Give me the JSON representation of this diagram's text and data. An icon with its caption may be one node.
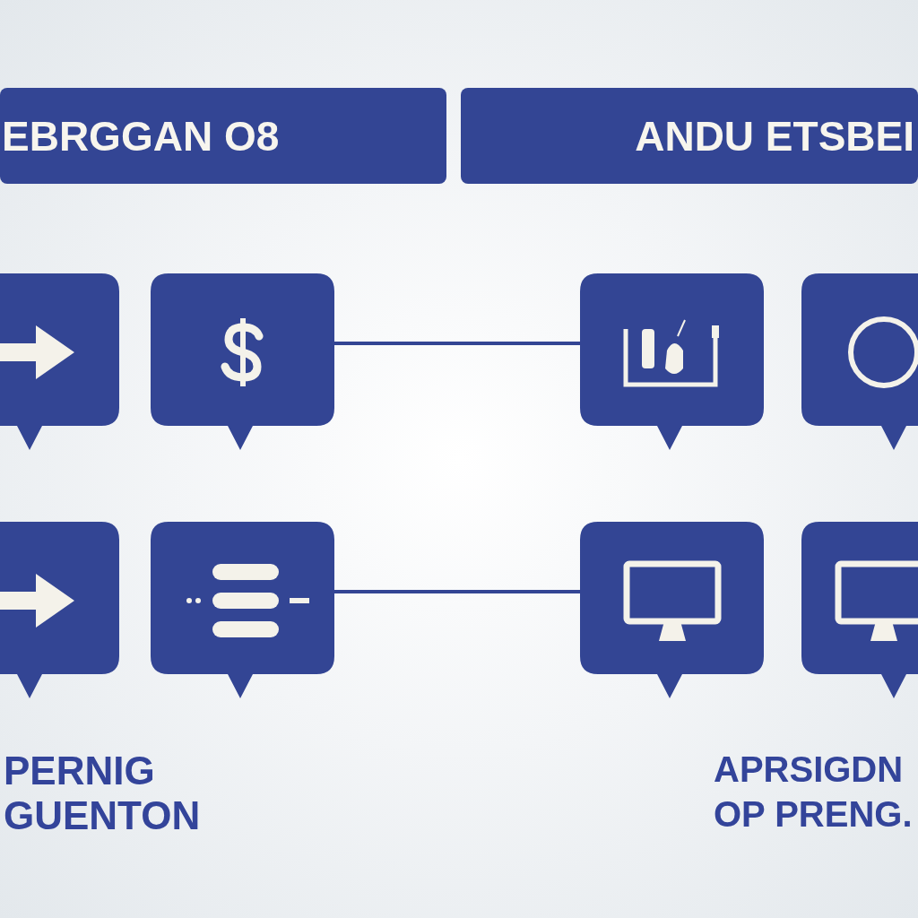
{
  "diagram": {
    "nodes": [
      {
        "text": [
          "EBRGGAN O8"
        ]
      },
      {
        "text": [
          "ANDU ETSBEI"
        ]
      },
      {
        "text": [],
        "shape": "box"
      },
      {
        "text": [],
        "shape": "box"
      },
      {
        "text": [],
        "shape": "box"
      },
      {
        "text": [],
        "shape": "box"
      },
      {
        "text": [],
        "shape": "box"
      },
      {
        "text": [],
        "shape": "box"
      },
      {
        "text": [],
        "shape": "box"
      },
      {
        "text": [],
        "shape": "box"
      }
    ],
    "edges": [
      {
        "from": 3,
        "to": 4,
        "arrow": "none"
      },
      {
        "from": 7,
        "to": 8,
        "arrow": "none"
      }
    ],
    "labels": [
      "PERNIG",
      "GUENTON",
      "APRSIGDN",
      "OP PRENG."
    ]
  }
}
